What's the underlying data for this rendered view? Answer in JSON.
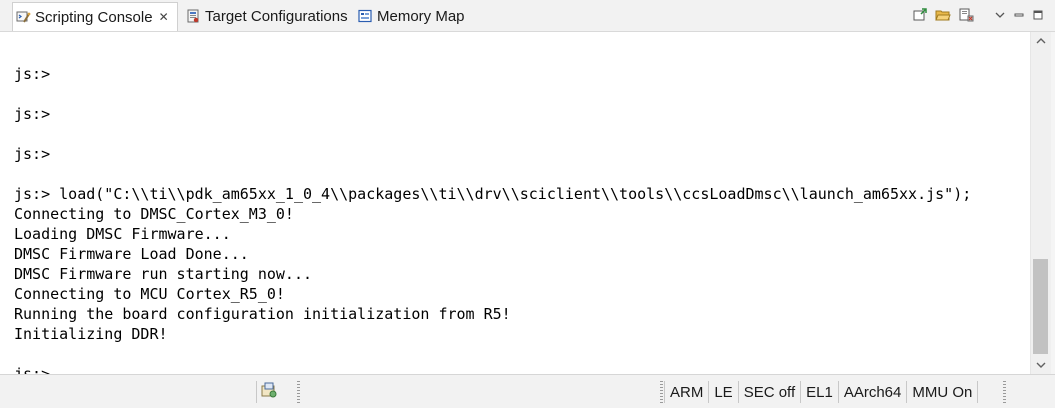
{
  "tabs": [
    {
      "label": "Scripting Console",
      "active": true,
      "closable": true,
      "icon": "scripting-console-icon"
    },
    {
      "label": "Target Configurations",
      "active": false,
      "closable": false,
      "icon": "target-config-icon"
    },
    {
      "label": "Memory Map",
      "active": false,
      "closable": false,
      "icon": "memory-map-icon"
    }
  ],
  "tab_close_glyph": "✕",
  "toolbar": {
    "icons": [
      "new-console-icon",
      "open-file-icon",
      "clear-console-icon",
      "view-menu-icon",
      "minimize-icon",
      "maximize-icon"
    ]
  },
  "console": {
    "lines": [
      "’",
      "",
      "js:>",
      "",
      "js:>",
      "",
      "js:>",
      "",
      "js:> load(\"C:\\\\ti\\\\pdk_am65xx_1_0_4\\\\packages\\\\ti\\\\drv\\\\sciclient\\\\tools\\\\ccsLoadDmsc\\\\launch_am65xx.js\");",
      "Connecting to DMSC_Cortex_M3_0!",
      "Loading DMSC Firmware...",
      "DMSC Firmware Load Done...",
      "DMSC Firmware run starting now...",
      "Connecting to MCU Cortex_R5_0!",
      "Running the board configuration initialization from R5!",
      "Initializing DDR!",
      "",
      "js:>"
    ]
  },
  "scrollbar": {
    "position": 0.9
  },
  "statusbar": {
    "icon": "target-status-icon",
    "items": [
      "ARM",
      "LE",
      "SEC off",
      "EL1",
      "AArch64",
      "MMU On"
    ]
  },
  "colors": {
    "tab_background": "#f2f2f2",
    "active_tab": "#ffffff",
    "console_text": "#000000",
    "scroll_thumb": "#c2c2c2"
  }
}
